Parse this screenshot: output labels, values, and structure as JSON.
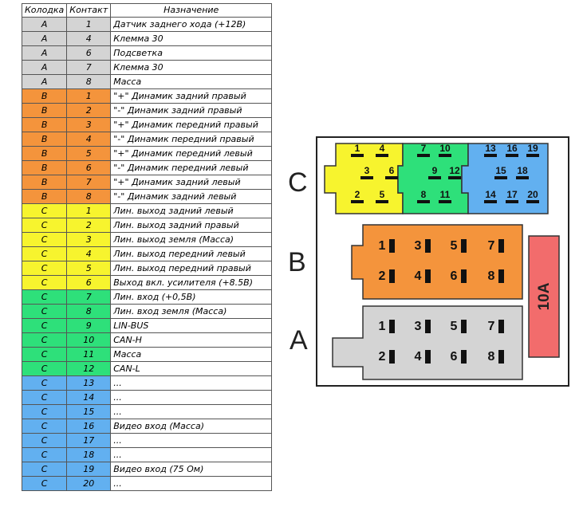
{
  "table": {
    "headers": {
      "block": "Колодка",
      "contact": "Контакт",
      "purpose": "Назначение"
    },
    "rows": [
      {
        "block": "A",
        "contact": "1",
        "purpose": "Датчик заднего хода (+12В)",
        "group": "A"
      },
      {
        "block": "A",
        "contact": "4",
        "purpose": "Клемма 30",
        "group": "A"
      },
      {
        "block": "A",
        "contact": "6",
        "purpose": "Подсветка",
        "group": "A"
      },
      {
        "block": "A",
        "contact": "7",
        "purpose": "Клемма 30",
        "group": "A"
      },
      {
        "block": "A",
        "contact": "8",
        "purpose": "Масса",
        "group": "A"
      },
      {
        "block": "B",
        "contact": "1",
        "purpose": "\"+\" Динамик задний правый",
        "group": "B"
      },
      {
        "block": "B",
        "contact": "2",
        "purpose": "\"-\" Динамик задний правый",
        "group": "B"
      },
      {
        "block": "B",
        "contact": "3",
        "purpose": "\"+\" Динамик передний правый",
        "group": "B"
      },
      {
        "block": "B",
        "contact": "4",
        "purpose": "\"-\" Динамик передний правый",
        "group": "B"
      },
      {
        "block": "B",
        "contact": "5",
        "purpose": "\"+\" Динамик передний левый",
        "group": "B"
      },
      {
        "block": "B",
        "contact": "6",
        "purpose": "\"-\" Динамик передний левый",
        "group": "B"
      },
      {
        "block": "B",
        "contact": "7",
        "purpose": "\"+\" Динамик задний левый",
        "group": "B"
      },
      {
        "block": "B",
        "contact": "8",
        "purpose": "\"-\" Динамик задний левый",
        "group": "B"
      },
      {
        "block": "C",
        "contact": "1",
        "purpose": "Лин. выход задний левый",
        "group": "C1"
      },
      {
        "block": "C",
        "contact": "2",
        "purpose": "Лин. выход задний правый",
        "group": "C1"
      },
      {
        "block": "C",
        "contact": "3",
        "purpose": "Лин. выход земля (Масса)",
        "group": "C1"
      },
      {
        "block": "C",
        "contact": "4",
        "purpose": "Лин. выход передний левый",
        "group": "C1"
      },
      {
        "block": "C",
        "contact": "5",
        "purpose": "Лин. выход передний правый",
        "group": "C1"
      },
      {
        "block": "C",
        "contact": "6",
        "purpose": "Выход вкл. усилителя (+8.5В)",
        "group": "C1"
      },
      {
        "block": "C",
        "contact": "7",
        "purpose": "Лин. вход (+0,5В)",
        "group": "C2"
      },
      {
        "block": "C",
        "contact": "8",
        "purpose": "Лин. вход земля (Масса)",
        "group": "C2"
      },
      {
        "block": "C",
        "contact": "9",
        "purpose": "LIN-BUS",
        "group": "C2"
      },
      {
        "block": "C",
        "contact": "10",
        "purpose": "CAN-H",
        "group": "C2"
      },
      {
        "block": "C",
        "contact": "11",
        "purpose": "Масса",
        "group": "C2"
      },
      {
        "block": "C",
        "contact": "12",
        "purpose": "CAN-L",
        "group": "C2"
      },
      {
        "block": "C",
        "contact": "13",
        "purpose": "...",
        "group": "C3"
      },
      {
        "block": "C",
        "contact": "14",
        "purpose": "...",
        "group": "C3"
      },
      {
        "block": "C",
        "contact": "15",
        "purpose": "...",
        "group": "C3"
      },
      {
        "block": "C",
        "contact": "16",
        "purpose": "Видео вход (Масса)",
        "group": "C3"
      },
      {
        "block": "C",
        "contact": "17",
        "purpose": "...",
        "group": "C3"
      },
      {
        "block": "C",
        "contact": "18",
        "purpose": "...",
        "group": "C3"
      },
      {
        "block": "C",
        "contact": "19",
        "purpose": "Видео вход (75 Ом)",
        "group": "C3"
      },
      {
        "block": "C",
        "contact": "20",
        "purpose": "...",
        "group": "C3"
      }
    ]
  },
  "colors": {
    "A": "#d4d4d4",
    "B": "#f4943c",
    "C1": "#f7f42e",
    "C2": "#2ee07a",
    "C3": "#62b0f0",
    "fuse": "#f26c6c"
  },
  "diagram": {
    "labels": {
      "c": "C",
      "b": "B",
      "a": "A"
    },
    "fuse_label": "10A",
    "c_pins": {
      "y_row1": [
        "1",
        "4"
      ],
      "y_row2": [
        "3",
        "6"
      ],
      "y_row3": [
        "2",
        "5"
      ],
      "g_row1": [
        "7",
        "10"
      ],
      "g_row2": [
        "9",
        "12"
      ],
      "g_row3": [
        "8",
        "11"
      ],
      "b_row1": [
        "13",
        "16",
        "19"
      ],
      "b_row2": [
        "15",
        "18"
      ],
      "b_row3": [
        "14",
        "17",
        "20"
      ]
    },
    "b_pins": {
      "row1": [
        "1",
        "3",
        "5",
        "7"
      ],
      "row2": [
        "2",
        "4",
        "6",
        "8"
      ]
    },
    "a_pins": {
      "row1": [
        "1",
        "3",
        "5",
        "7"
      ],
      "row2": [
        "2",
        "4",
        "6",
        "8"
      ]
    }
  }
}
